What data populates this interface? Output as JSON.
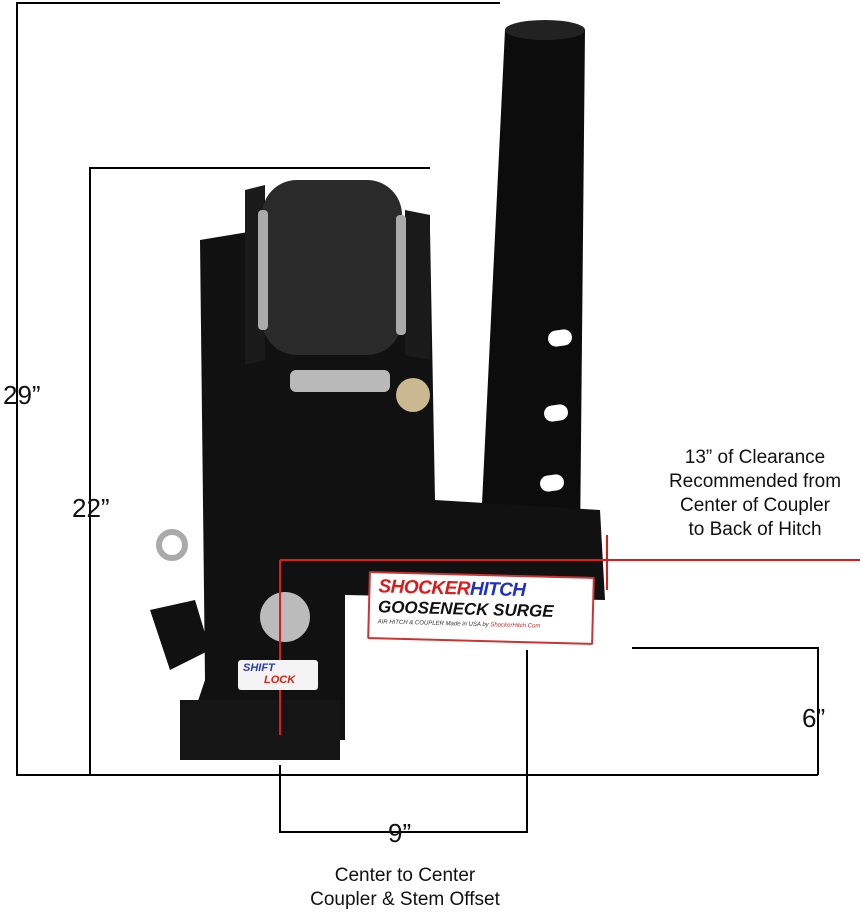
{
  "dimensions": {
    "overall_height": "29”",
    "body_height": "22”",
    "coupler_height": "6”",
    "offset": "9”"
  },
  "clearance_note": [
    "13” of Clearance",
    "Recommended from",
    "Center of Coupler",
    "to Back of Hitch"
  ],
  "offset_caption": [
    "Center to Center",
    "Coupler & Stem Offset"
  ],
  "product_label": {
    "brand_part1": "SHOCKER",
    "brand_part2": "HITCH",
    "model": "GOOSENECK SURGE",
    "tagline": "AIR HITCH & COUPLER   Made in USA   by",
    "url": "ShockerHitch.Com"
  },
  "shift_lock": {
    "line1": "SHIFT",
    "line2": "LOCK"
  },
  "colors": {
    "accent": "#e01a1a",
    "brand_blue": "#1f2fc8",
    "body": "#0d0d0d"
  }
}
